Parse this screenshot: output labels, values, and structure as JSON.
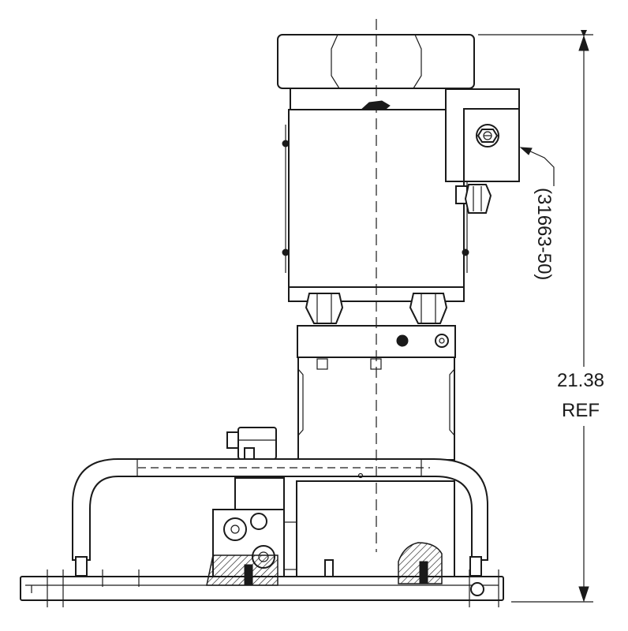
{
  "dimension": {
    "value": "21.38",
    "note": "REF"
  },
  "callout": {
    "part_number": "(31663-50)"
  }
}
